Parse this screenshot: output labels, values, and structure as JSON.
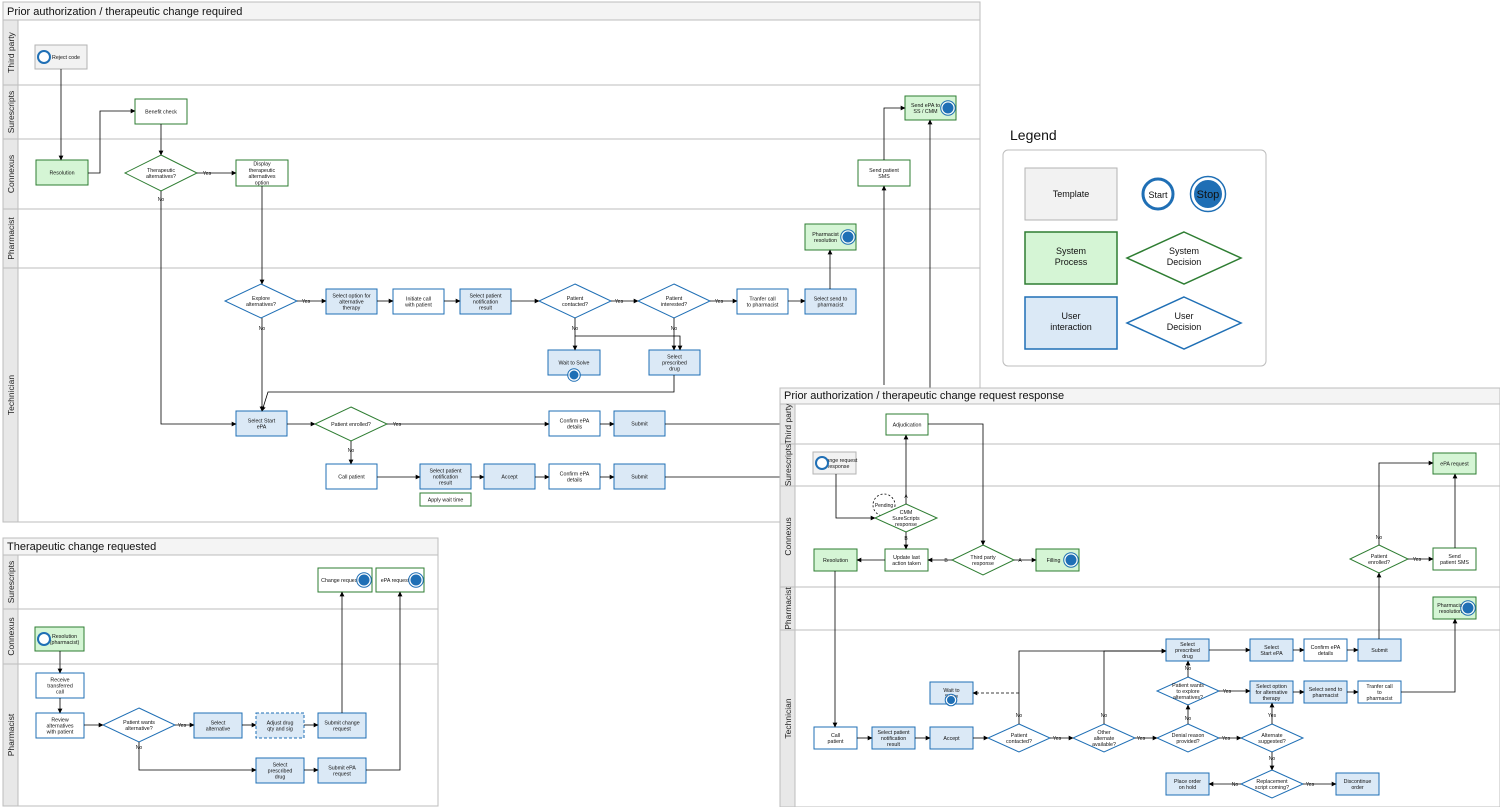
{
  "pools": [
    {
      "title": "Prior authorization / therapeutic change required",
      "lanes": [
        "Third party",
        "Surescripts",
        "Connexus",
        "Pharmacist",
        "Technician"
      ]
    },
    {
      "title": "Therapeutic change requested",
      "lanes": [
        "Surescripts",
        "Connexus",
        "Pharmacist"
      ]
    },
    {
      "title": "Prior authorization / therapeutic change request response",
      "lanes": [
        "Third party",
        "Surescripts",
        "Connexus",
        "Pharmacist",
        "Technician"
      ]
    }
  ],
  "legend": {
    "title": "Legend",
    "items": [
      "Template",
      "Start",
      "Stop",
      "System Process",
      "System Decision",
      "User interaction",
      "User Decision"
    ]
  },
  "nodes": {
    "reject_code": "Reject code",
    "benefit_check": "Benefit check",
    "send_epa_ss": "Send ePA to SS / CMM",
    "resolution_1": "Resolution",
    "therapeutic_alt": "Therapeutic alternatives?",
    "display_alt": "Display therapeutic alternatives option",
    "send_sms_1": "Send patient SMS",
    "pharm_res_1": "Pharmacist resolution",
    "explore_alt": "Explore alternatives?",
    "select_option_1": "Select option for alternative therapy",
    "initiate_call": "Initiate call with patient",
    "select_notif_1": "Select patient notification result",
    "patient_contacted_1": "Patient contacted?",
    "patient_interested": "Patient interested?",
    "transfer_call_1": "Tranfer call to pharmacist",
    "select_send_1": "Select send to pharmacist",
    "wait_solve_1": "Wait to Solve",
    "select_presc_1": "Select prescribed drug",
    "select_start_1": "Select Start ePA",
    "patient_enrolled_1": "Patient enrolled?",
    "confirm_epa_1": "Confirm ePA details",
    "submit_1": "Submit",
    "call_patient_1": "Call patient",
    "select_notif_2": "Select patient notification result",
    "accept_1": "Accept",
    "confirm_epa_2": "Confirm ePA details",
    "submit_2": "Submit",
    "apply_wait": "Apply wait time",
    "change_request": "Change request",
    "epa_request_1": "ePA request",
    "resolution_pharm": "Resolution (pharmacist)",
    "receive_call": "Receive transferred call",
    "review_alt": "Review alternatives with patient",
    "patient_wants_1": "Patient wants alternative?",
    "select_alternative": "Select alternative",
    "adjust_drug": "Adjust drug qty and sig",
    "submit_change": "Submit change request",
    "select_presc_2": "Select prescribed drug",
    "submit_epa_req": "Submit ePA request",
    "adjudication": "Adjudication",
    "change_req_resp": "Change request response",
    "epa_request_2": "ePA request",
    "pending": "Pending",
    "cmm_ss_resp": "CMM SureScripts response",
    "resolution_3": "Resolution",
    "update_last": "Update last action taken",
    "third_party_resp": "Third party response",
    "filling": "Filling",
    "patient_enrolled_2": "Patient enrolled?",
    "send_sms_2": "Send patient SMS",
    "pharm_res_2": "Pharmacist resolution",
    "select_presc_3": "Select prescribed drug",
    "select_start_3": "Select Start ePA",
    "confirm_epa_3": "Confirm ePA details",
    "submit_3": "Submit",
    "wait_solve_2": "Wait to Solve",
    "patient_wants_explore": "Patient wants to explore alternatives?",
    "select_option_3": "Select option for alternative therapy",
    "select_send_3": "Select send to pharmacist",
    "transfer_call_3": "Tranfer call to pharmacist",
    "call_patient_3": "Call patient",
    "select_notif_3": "Select patient notification result",
    "accept_3": "Accept",
    "patient_contacted_3": "Patient contacted?",
    "other_alt": "Other alternate available?",
    "denial_reason": "Denial reason provided?",
    "alternate_suggested": "Alternate suggested?",
    "place_hold": "Place order on hold",
    "replacement_script": "Replacement script coming?",
    "discontinue": "Discontinue order"
  },
  "edge_labels": {
    "yes": "Yes",
    "no": "No",
    "a": "A",
    "b": "B"
  },
  "colors": {
    "template_fill": "#f2f2f2",
    "template_stroke": "#b3b3b3",
    "sys_fill": "#d5f5d5",
    "sys_stroke": "#2e7d32",
    "user_fill": "#dbe9f6",
    "user_stroke": "#1f6fb5",
    "white": "#ffffff",
    "lane_header": "#e8e8e8",
    "stop_fill": "#1f6fb5",
    "edge": "#000000"
  }
}
